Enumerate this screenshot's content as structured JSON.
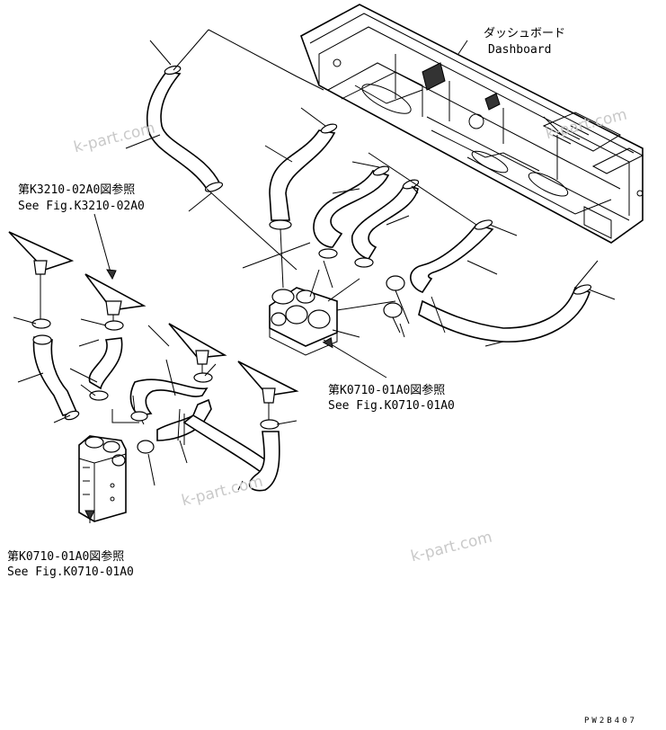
{
  "diagram": {
    "dashboard_label_jp": "ダッシュボード",
    "dashboard_label_en": "Dashboard",
    "ref_k3210_jp": "第K3210-02A0図参照",
    "ref_k3210_en": "See Fig.K3210-02A0",
    "ref_k0710_right_jp": "第K0710-01A0図参照",
    "ref_k0710_right_en": "See Fig.K0710-01A0",
    "ref_k0710_left_jp": "第K0710-01A0図参照",
    "ref_k0710_left_en": "See Fig.K0710-01A0",
    "watermark": "k-part.com",
    "drawing_code": "PW2B407"
  }
}
